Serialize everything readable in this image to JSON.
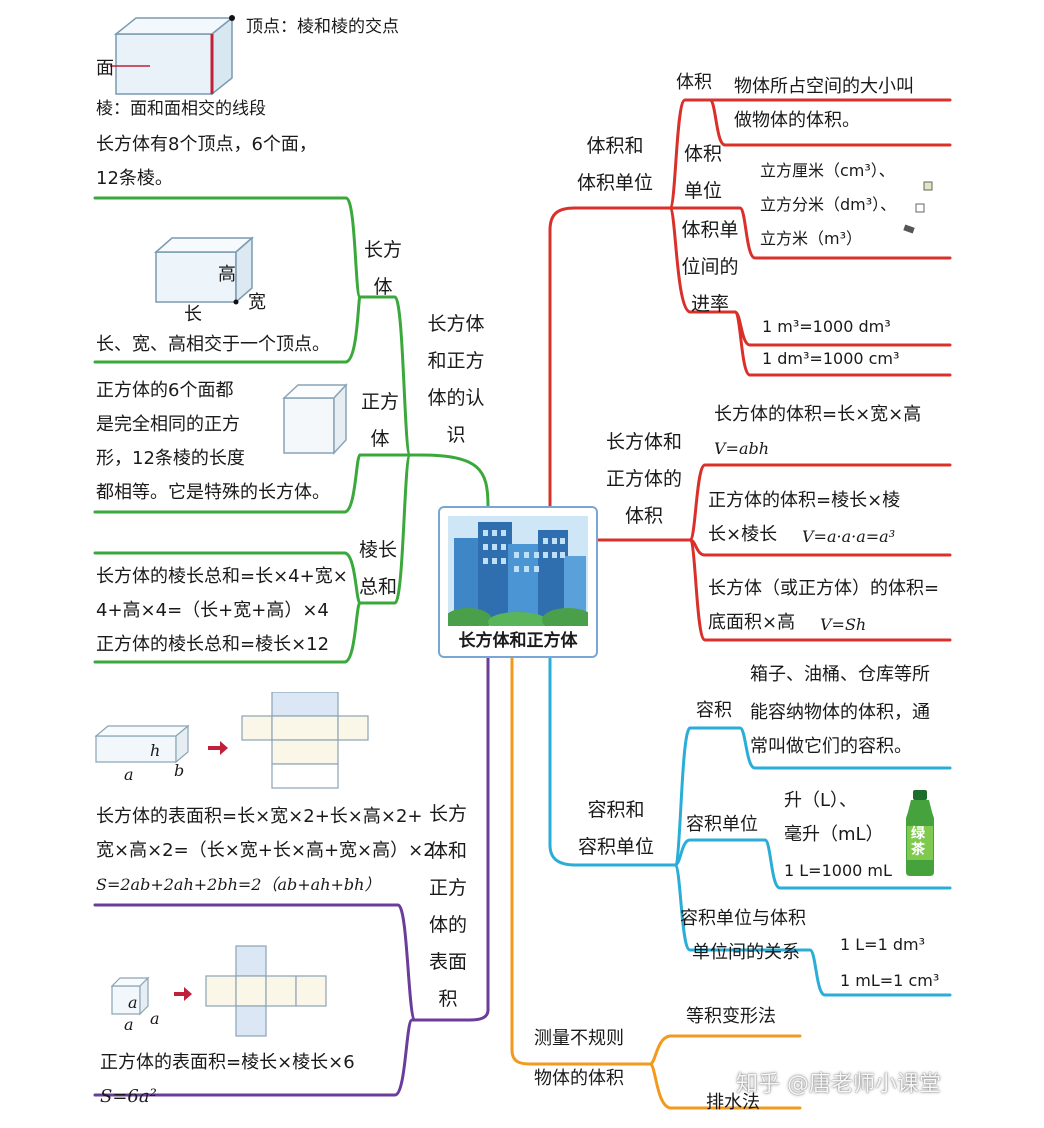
{
  "center": {
    "title": "长方体和正方体"
  },
  "left": {
    "top": {
      "face_label": "面",
      "vertex_label": "顶点：棱和棱的交点",
      "edge_label": "棱：面和面相交的线段",
      "count_line1": "长方体有8个顶点，6个面，",
      "count_line2": "12条棱。"
    },
    "recognition": {
      "label": [
        "长方体",
        "和正方",
        "体的认",
        "识"
      ],
      "cuboid": {
        "label": [
          "长方",
          "体"
        ],
        "fig_height": "高",
        "fig_length": "长",
        "fig_width": "宽",
        "desc": "长、宽、高相交于一个顶点。"
      },
      "cube": {
        "label": [
          "正方",
          "体"
        ],
        "desc": [
          "正方体的6个面都",
          "是完全相同的正方",
          "形，12条棱的长度",
          "都相等。它是特殊的长方体。"
        ]
      },
      "edges": {
        "label": [
          "棱长",
          "总和"
        ],
        "desc": [
          "长方体的棱长总和=长×4+宽×",
          "4+高×4=（长+宽+高）×4",
          "正方体的棱长总和=棱长×12"
        ]
      }
    },
    "surface": {
      "label": [
        "长方",
        "体和",
        "正方",
        "体的",
        "表面",
        "积"
      ],
      "cuboid_fig": {
        "h": "h",
        "a": "a",
        "b": "b"
      },
      "cuboid_formula": [
        "长方体的表面积=长×宽×2+长×高×2+",
        "宽×高×2=（长×宽+长×高+宽×高）×2",
        "S=2ab+2ah+2bh=2（ab+ah+bh）"
      ],
      "cube_fig": {
        "a1": "a",
        "a2": "a",
        "a3": "a"
      },
      "cube_formula": [
        "正方体的表面积=棱长×棱长×6",
        "S=6a²"
      ]
    }
  },
  "right": {
    "volume_units": {
      "label": [
        "体积和",
        "体积单位"
      ],
      "volume": {
        "label": "体积",
        "desc": [
          "物体所占空间的大小叫",
          "做物体的体积。"
        ]
      },
      "units": {
        "label": [
          "体积",
          "单位"
        ],
        "items": [
          "立方厘米（cm³）、",
          "立方分米（dm³）、",
          "立方米（m³）"
        ]
      },
      "rate": {
        "label": [
          "体积单",
          "位间的",
          "进率"
        ],
        "items": [
          "1 m³=1000 dm³",
          "1 dm³=1000 cm³"
        ]
      }
    },
    "volume_formula": {
      "label": [
        "长方体和",
        "正方体的",
        "体积"
      ],
      "cuboid": [
        "长方体的体积=长×宽×高",
        "V=abh"
      ],
      "cube": [
        "正方体的体积=棱长×棱",
        "长×棱长",
        "V=a·a·a=a³"
      ],
      "general": [
        "长方体（或正方体）的体积=",
        "底面积×高",
        "V=Sh"
      ]
    },
    "capacity": {
      "label": [
        "容积和",
        "容积单位"
      ],
      "cap": {
        "label": "容积",
        "desc": [
          "箱子、油桶、仓库等所",
          "能容纳物体的体积，通",
          "常叫做它们的容积。"
        ]
      },
      "units": {
        "label": "容积单位",
        "items": [
          "升（L）、",
          "毫升（mL）",
          "1 L=1000 mL"
        ],
        "bottle_text": [
          "绿",
          "茶"
        ]
      },
      "relation": {
        "label": [
          "容积单位与体积",
          "单位间的关系"
        ],
        "items": [
          "1 L=1 dm³",
          "1 mL=1 cm³"
        ]
      }
    },
    "irregular": {
      "label": [
        "测量不规则",
        "物体的体积"
      ],
      "methods": [
        "等积变形法",
        "排水法"
      ]
    }
  },
  "watermark": "知乎 @唐老师小课堂",
  "colors": {
    "green": "#3aa83a",
    "purple": "#6a3d9a",
    "red": "#d9302a",
    "cyan": "#2aaed8",
    "orange": "#f29a1c"
  }
}
